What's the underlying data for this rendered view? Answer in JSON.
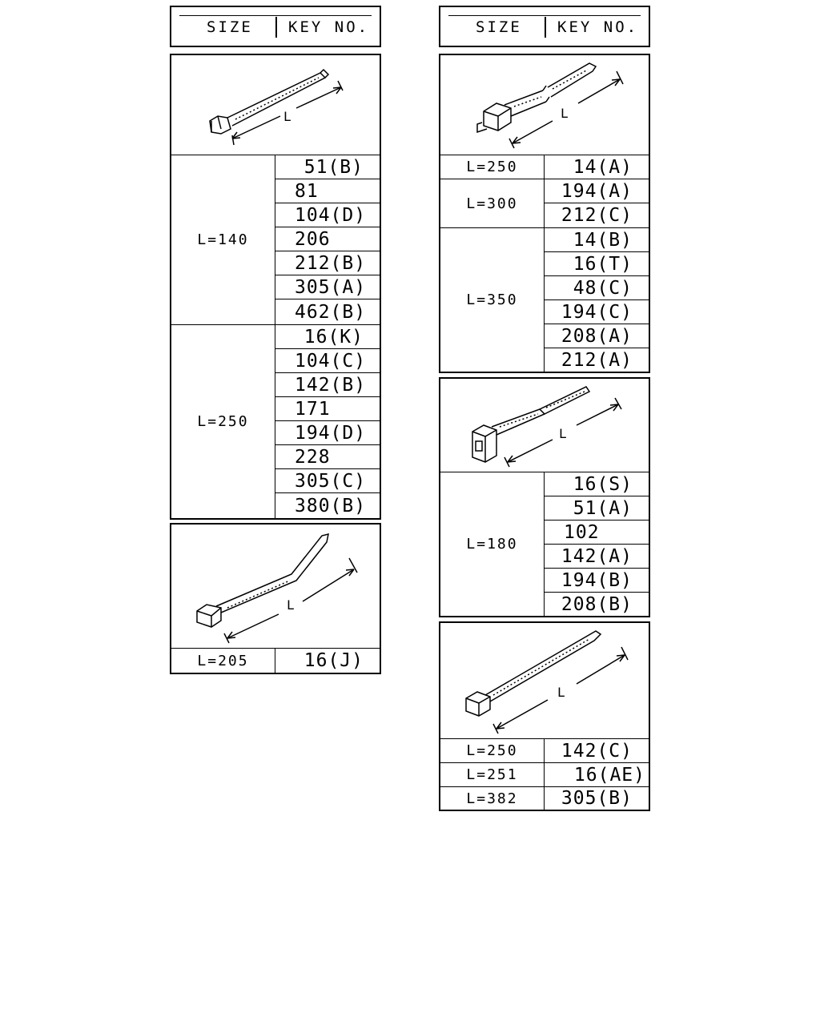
{
  "header": {
    "size_label": "SIZE",
    "key_label": "KEY NO."
  },
  "illustration_label": "L",
  "left_column": [
    {
      "icon": "cable-tie-angled-head-icon",
      "groups": [
        {
          "size": "L=140",
          "keys": [
            "51(B)",
            "81",
            "104(D)",
            "206",
            "212(B)",
            "305(A)",
            "462(B)"
          ]
        },
        {
          "size": "L=250",
          "keys": [
            "16(K)",
            "104(C)",
            "142(B)",
            "171",
            "194(D)",
            "228",
            "305(C)",
            "380(B)"
          ]
        }
      ]
    },
    {
      "icon": "cable-tie-bent-icon",
      "groups": [
        {
          "size": "L=205",
          "keys": [
            "16(J)"
          ]
        }
      ]
    }
  ],
  "right_column": [
    {
      "icon": "cable-tie-mount-head-icon",
      "groups": [
        {
          "size": "L=250",
          "keys": [
            "14(A)"
          ]
        },
        {
          "size": "L=300",
          "keys": [
            "194(A)",
            "212(C)"
          ]
        },
        {
          "size": "L=350",
          "keys": [
            "14(B)",
            "16(T)",
            "48(C)",
            "194(C)",
            "208(A)",
            "212(A)"
          ]
        }
      ]
    },
    {
      "icon": "cable-tie-clip-head-icon",
      "groups": [
        {
          "size": "L=180",
          "keys": [
            "16(S)",
            "51(A)",
            "102",
            "142(A)",
            "194(B)",
            "208(B)"
          ]
        }
      ]
    },
    {
      "icon": "cable-tie-straight-icon",
      "groups": [
        {
          "size": "L=250",
          "keys": [
            "142(C)"
          ]
        },
        {
          "size": "L=251",
          "keys": [
            "16(AE)"
          ]
        },
        {
          "size": "L=382",
          "keys": [
            "305(B)"
          ]
        }
      ]
    }
  ]
}
